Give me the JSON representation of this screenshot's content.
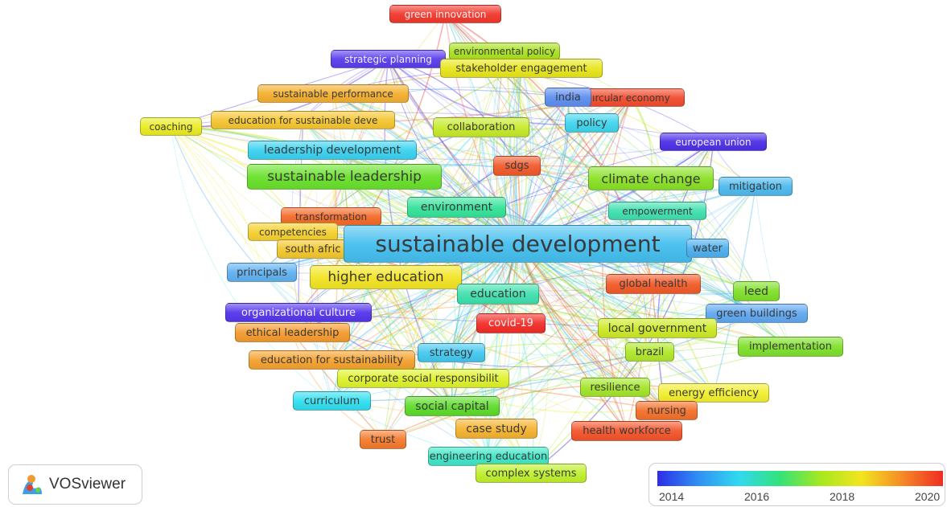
{
  "chart_data": {
    "type": "network",
    "nodes": [
      {
        "label": "green innovation",
        "color": "#f2382c"
      },
      {
        "label": "environmental policy",
        "color": "#a9e21f"
      },
      {
        "label": "strategic planning",
        "color": "#5a3ded"
      },
      {
        "label": "stakeholder engagement",
        "color": "#e8e61c"
      },
      {
        "label": "sustainable performance",
        "color": "#f4b02e"
      },
      {
        "label": "ırcular economy",
        "color": "#f24c2e"
      },
      {
        "label": "india",
        "color": "#5d8ef0"
      },
      {
        "label": "coaching",
        "color": "#eaec22"
      },
      {
        "label": "education for sustainable deve",
        "color": "#f5c631"
      },
      {
        "label": "collaboration",
        "color": "#c6ea2a"
      },
      {
        "label": "policy",
        "color": "#3fd6ee"
      },
      {
        "label": "european union",
        "color": "#4d2fe8"
      },
      {
        "label": "leadership development",
        "color": "#3ad2f0"
      },
      {
        "label": "sustainable leadership",
        "color": "#69e12a"
      },
      {
        "label": "sdgs",
        "color": "#f15a2c"
      },
      {
        "label": "climate change",
        "color": "#8ae126"
      },
      {
        "label": "mitigation",
        "color": "#4dbaee"
      },
      {
        "label": "environment",
        "color": "#35e39a"
      },
      {
        "label": "empowerment",
        "color": "#3fe0b0"
      },
      {
        "label": "transformation",
        "color": "#f46a28"
      },
      {
        "label": "competencies",
        "color": "#f5d12e"
      },
      {
        "label": "south afric",
        "color": "#f3c72c"
      },
      {
        "label": "sustainable development",
        "color": "#45bfef"
      },
      {
        "label": "water",
        "color": "#4db0ee"
      },
      {
        "label": "principals",
        "color": "#5fb1f1"
      },
      {
        "label": "higher education",
        "color": "#f3e523"
      },
      {
        "label": "global health",
        "color": "#f35a28"
      },
      {
        "label": "education",
        "color": "#3fe0ad"
      },
      {
        "label": "leed",
        "color": "#7fe02a"
      },
      {
        "label": "organizational culture",
        "color": "#5535ec"
      },
      {
        "label": "green buildings",
        "color": "#5fa7f0"
      },
      {
        "label": "covid-19",
        "color": "#f22e28"
      },
      {
        "label": "ethical leadership",
        "color": "#f59a2e"
      },
      {
        "label": "local government",
        "color": "#cdea24"
      },
      {
        "label": "brazil",
        "color": "#b0e82a"
      },
      {
        "label": "implementation",
        "color": "#7fe02a"
      },
      {
        "label": "strategy",
        "color": "#44c8f0"
      },
      {
        "label": "education for sustainability",
        "color": "#f5a22e"
      },
      {
        "label": "corporate social responsibilit",
        "color": "#dff22a"
      },
      {
        "label": "resilience",
        "color": "#a4e62a"
      },
      {
        "label": "energy efficiency",
        "color": "#f2ef2e"
      },
      {
        "label": "curriculum",
        "color": "#30dff0"
      },
      {
        "label": "social capital",
        "color": "#5edc2a"
      },
      {
        "label": "nursing",
        "color": "#f3702a"
      },
      {
        "label": "case study",
        "color": "#f5b430"
      },
      {
        "label": "trust",
        "color": "#f57a2c"
      },
      {
        "label": "health workforce",
        "color": "#f3542a"
      },
      {
        "label": "engineering education",
        "color": "#3ee6c8"
      },
      {
        "label": "complex systems",
        "color": "#bff02a"
      }
    ],
    "color_scale": {
      "ticks": [
        "2014",
        "2016",
        "2018",
        "2020"
      ],
      "colors": [
        "#2e2ee6",
        "#2f8ff2",
        "#32d9f0",
        "#33e27a",
        "#a6e81f",
        "#f2e51f",
        "#f58a26",
        "#ee2d23"
      ]
    }
  },
  "brand": {
    "name": "VOSviewer"
  }
}
